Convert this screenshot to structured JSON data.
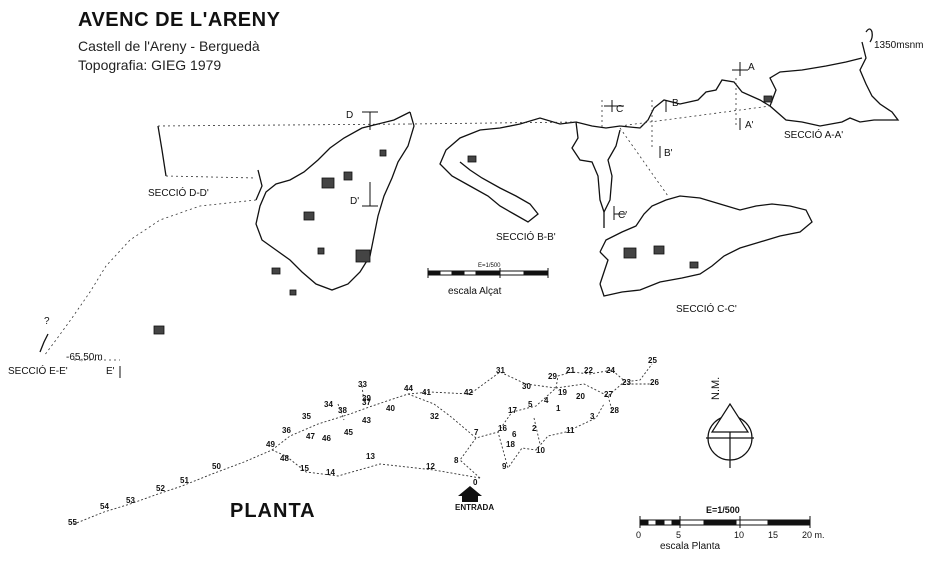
{
  "header": {
    "title": "AVENC DE L'ARENY",
    "subtitle": "Castell de l'Areny - Berguedà",
    "survey": "Topografia: GIEG  1979"
  },
  "altitude": "1350msnm",
  "depth": "-65,50m",
  "sections": {
    "aa": "SECCIÓ  A-A'",
    "bb": "SECCIÓ  B-B'",
    "cc": "SECCIÓ  C-C'",
    "dd": "SECCIÓ  D-D'",
    "ee": "SECCIÓ  E-E'"
  },
  "section_markers": {
    "a": "A",
    "a2": "A'",
    "b": "B",
    "b2": "B'",
    "c": "C",
    "c2": "C'",
    "d": "D",
    "d2": "D'",
    "e2": "E'",
    "q": "?"
  },
  "scale_elevation": {
    "caption": "escala Alçat",
    "ratio": "E=1/500"
  },
  "plan": {
    "title": "PLANTA",
    "entrance": "ENTRADA",
    "north": "N.M.",
    "scale_ratio": "E=1/500",
    "scale_caption": "escala Planta",
    "scale_ticks": [
      "0",
      "5",
      "10",
      "15",
      "20 m."
    ]
  },
  "stations": [
    {
      "id": "0"
    },
    {
      "id": "12"
    },
    {
      "id": "9"
    },
    {
      "id": "8"
    },
    {
      "id": "10"
    },
    {
      "id": "11"
    },
    {
      "id": "13"
    },
    {
      "id": "14"
    },
    {
      "id": "15"
    },
    {
      "id": "48"
    },
    {
      "id": "49"
    },
    {
      "id": "50"
    },
    {
      "id": "51"
    },
    {
      "id": "52"
    },
    {
      "id": "53"
    },
    {
      "id": "54"
    },
    {
      "id": "55"
    },
    {
      "id": "47"
    },
    {
      "id": "46"
    },
    {
      "id": "45"
    },
    {
      "id": "36"
    },
    {
      "id": "35"
    },
    {
      "id": "34"
    },
    {
      "id": "33"
    },
    {
      "id": "43"
    },
    {
      "id": "38"
    },
    {
      "id": "37"
    },
    {
      "id": "39"
    },
    {
      "id": "40"
    },
    {
      "id": "44"
    },
    {
      "id": "41"
    },
    {
      "id": "42"
    },
    {
      "id": "32"
    },
    {
      "id": "7"
    },
    {
      "id": "16"
    },
    {
      "id": "17"
    },
    {
      "id": "18"
    },
    {
      "id": "6"
    },
    {
      "id": "2"
    },
    {
      "id": "31"
    },
    {
      "id": "30"
    },
    {
      "id": "29"
    },
    {
      "id": "21"
    },
    {
      "id": "22"
    },
    {
      "id": "24"
    },
    {
      "id": "25"
    },
    {
      "id": "23"
    },
    {
      "id": "26"
    },
    {
      "id": "27"
    },
    {
      "id": "28"
    },
    {
      "id": "20"
    },
    {
      "id": "19"
    },
    {
      "id": "5"
    },
    {
      "id": "4"
    },
    {
      "id": "3"
    },
    {
      "id": "1"
    }
  ]
}
